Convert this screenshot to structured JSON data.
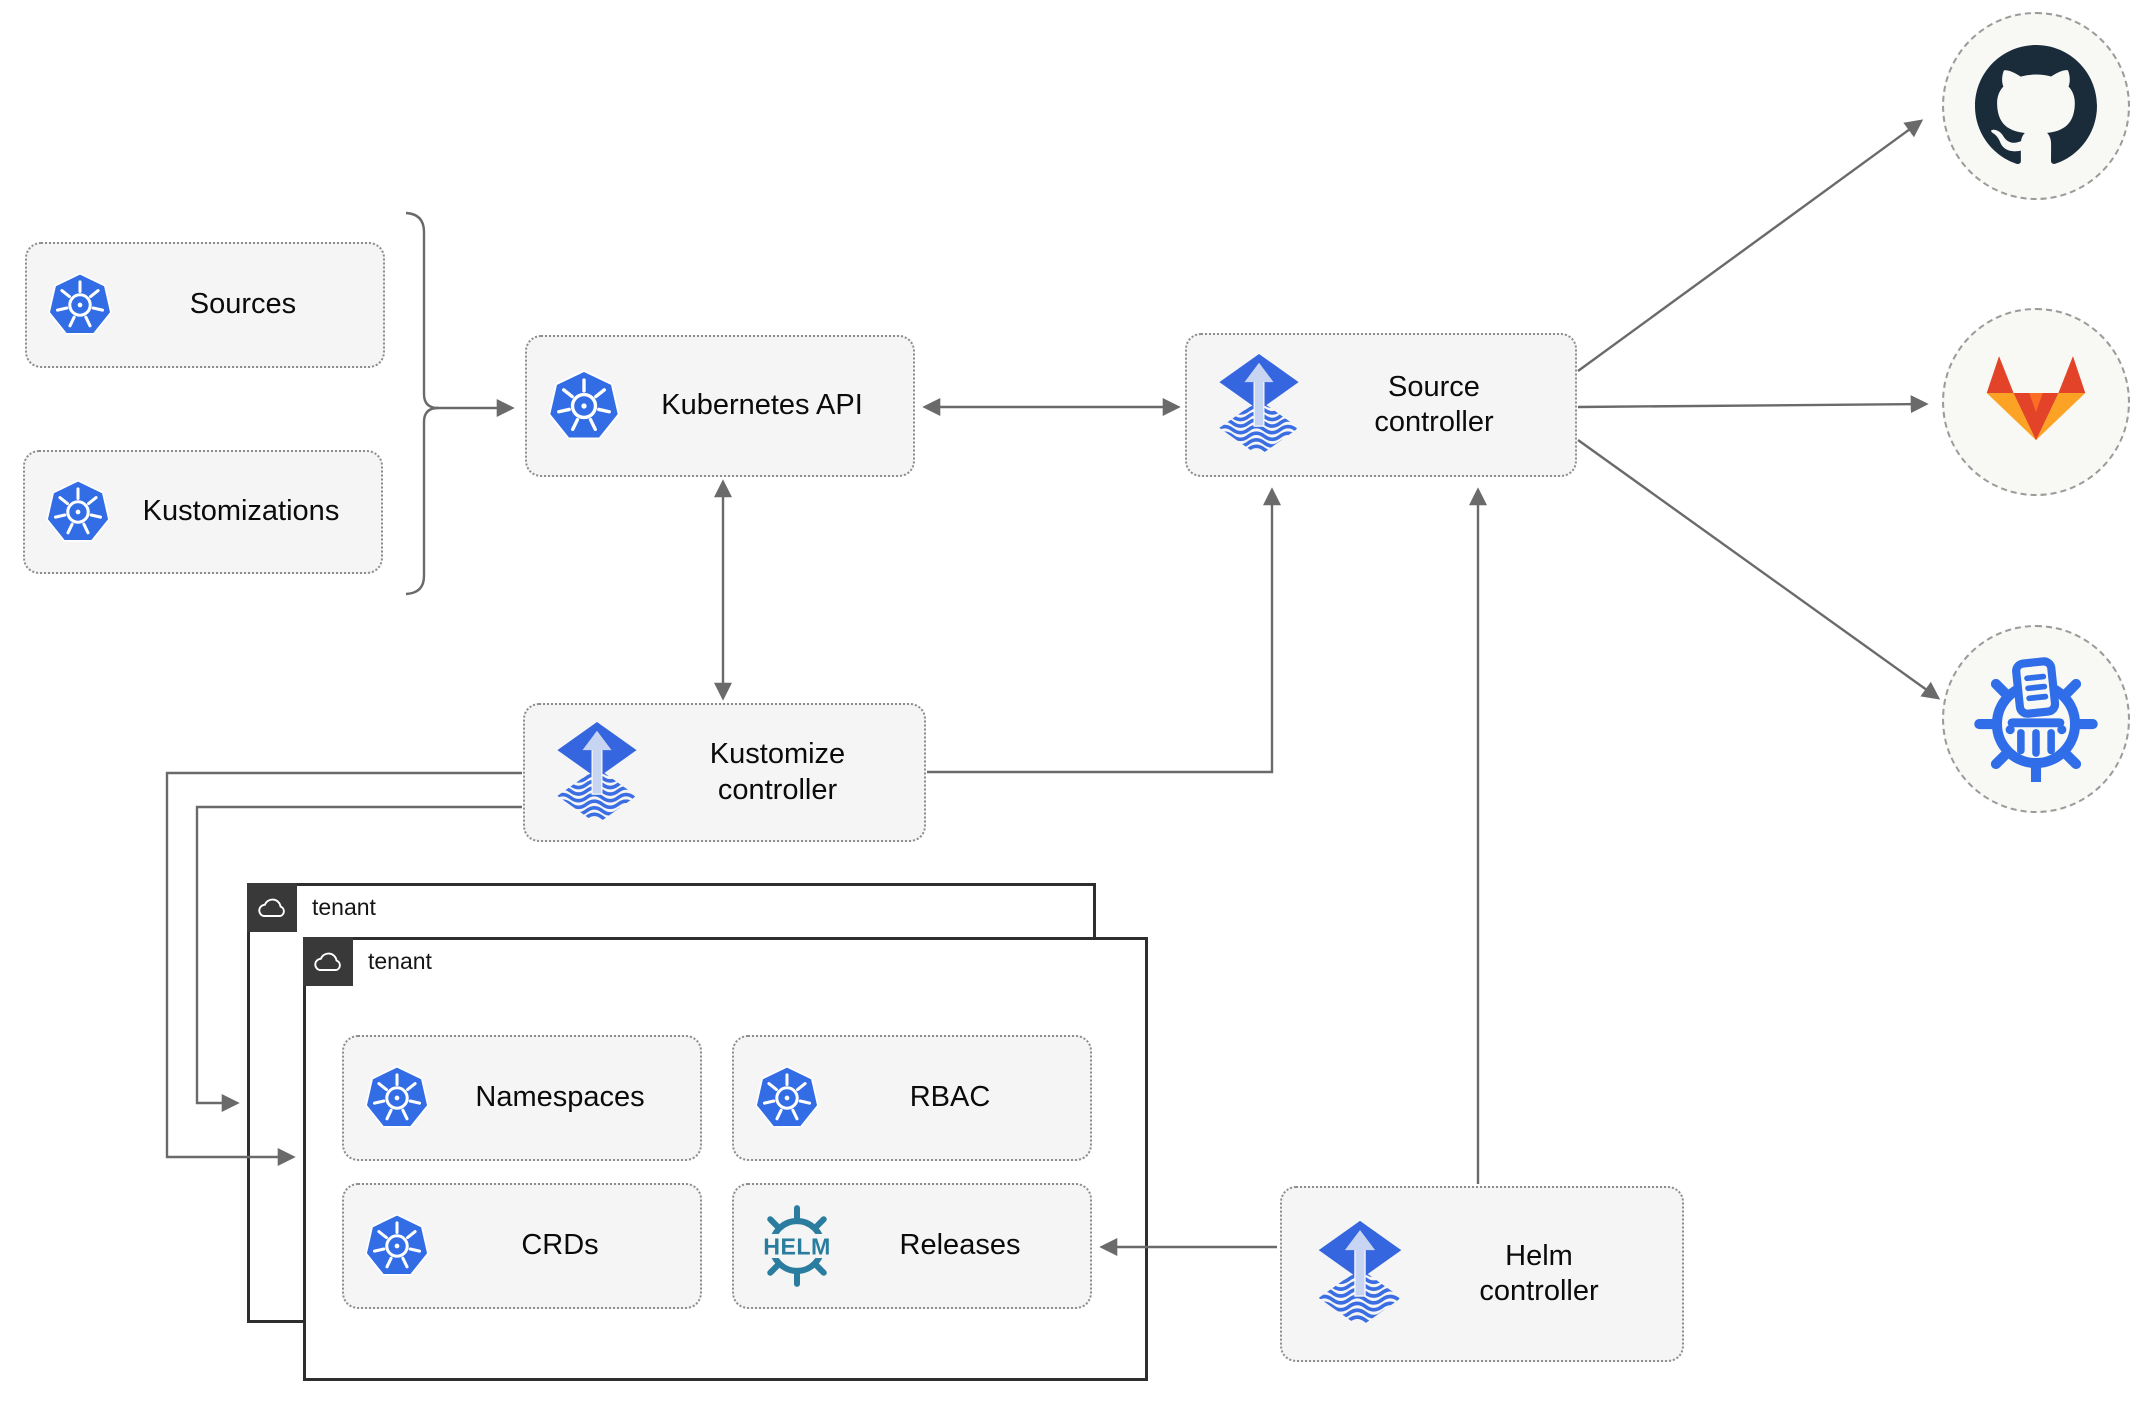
{
  "nodes": {
    "sources": {
      "label": "Sources",
      "icon": "kubernetes-icon"
    },
    "kustomizations": {
      "label": "Kustomizations",
      "icon": "kubernetes-icon"
    },
    "kubernetes_api": {
      "label": "Kubernetes API",
      "icon": "kubernetes-icon"
    },
    "source_controller": {
      "label": "Source\ncontroller",
      "icon": "flux-icon"
    },
    "kustomize_controller": {
      "label": "Kustomize\ncontroller",
      "icon": "flux-icon"
    },
    "helm_controller": {
      "label": "Helm\ncontroller",
      "icon": "flux-icon"
    },
    "namespaces": {
      "label": "Namespaces",
      "icon": "kubernetes-icon"
    },
    "rbac": {
      "label": "RBAC",
      "icon": "kubernetes-icon"
    },
    "crds": {
      "label": "CRDs",
      "icon": "kubernetes-icon"
    },
    "releases": {
      "label": "Releases",
      "icon": "helm-icon",
      "icon_text": "HELM"
    }
  },
  "groups": {
    "tenant_outer": {
      "label": "tenant",
      "icon": "cloud-icon"
    },
    "tenant_inner": {
      "label": "tenant",
      "icon": "cloud-icon"
    }
  },
  "endpoints": {
    "github": {
      "icon": "github-icon"
    },
    "gitlab": {
      "icon": "gitlab-icon"
    },
    "helm_repository": {
      "icon": "chart-repository-icon"
    }
  },
  "edges": [
    {
      "from": "sources+kustomizations",
      "to": "kubernetes_api",
      "arrow": "single"
    },
    {
      "from": "kubernetes_api",
      "to": "source_controller",
      "arrow": "double"
    },
    {
      "from": "kubernetes_api",
      "to": "kustomize_controller",
      "arrow": "double"
    },
    {
      "from": "kustomize_controller",
      "to": "source_controller",
      "arrow": "single"
    },
    {
      "from": "kustomize_controller",
      "to": "tenant_outer",
      "arrow": "single"
    },
    {
      "from": "kustomize_controller",
      "to": "tenant_inner",
      "arrow": "single"
    },
    {
      "from": "helm_controller",
      "to": "source_controller",
      "arrow": "single"
    },
    {
      "from": "helm_controller",
      "to": "releases",
      "arrow": "single"
    },
    {
      "from": "source_controller",
      "to": "github",
      "arrow": "single"
    },
    {
      "from": "source_controller",
      "to": "gitlab",
      "arrow": "single"
    },
    {
      "from": "source_controller",
      "to": "helm_repository",
      "arrow": "single"
    }
  ],
  "colors": {
    "kubernetes_blue": "#326de6",
    "flux_blue": "#3566df",
    "flux_arrow_light": "#c7d4f2",
    "helm_teal": "#2a7d9e",
    "chart_repo_blue": "#2f6de9",
    "github_dark": "#1a2b39",
    "gitlab_red": "#e24329",
    "gitlab_orange": "#fc6d26",
    "gitlab_amber": "#fca326",
    "connector_gray": "#6a6a6a",
    "node_fill": "#f5f5f5",
    "tenant_dark": "#393939"
  }
}
